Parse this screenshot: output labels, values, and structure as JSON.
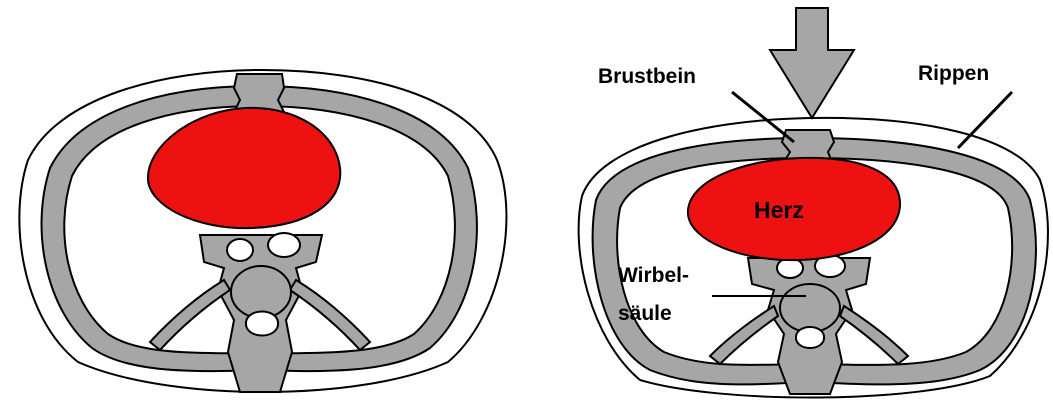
{
  "labels": {
    "sternum": "Brustbein",
    "ribs": "Rippen",
    "heart": "Herz",
    "spine_line1": "Wirbel-",
    "spine_line2": "säule"
  },
  "colors": {
    "bone": "#a6a6a6",
    "outline": "#000000",
    "heart": "#ee1111",
    "background": "#ffffff"
  },
  "icons": {
    "compression": "down-arrow-icon"
  }
}
